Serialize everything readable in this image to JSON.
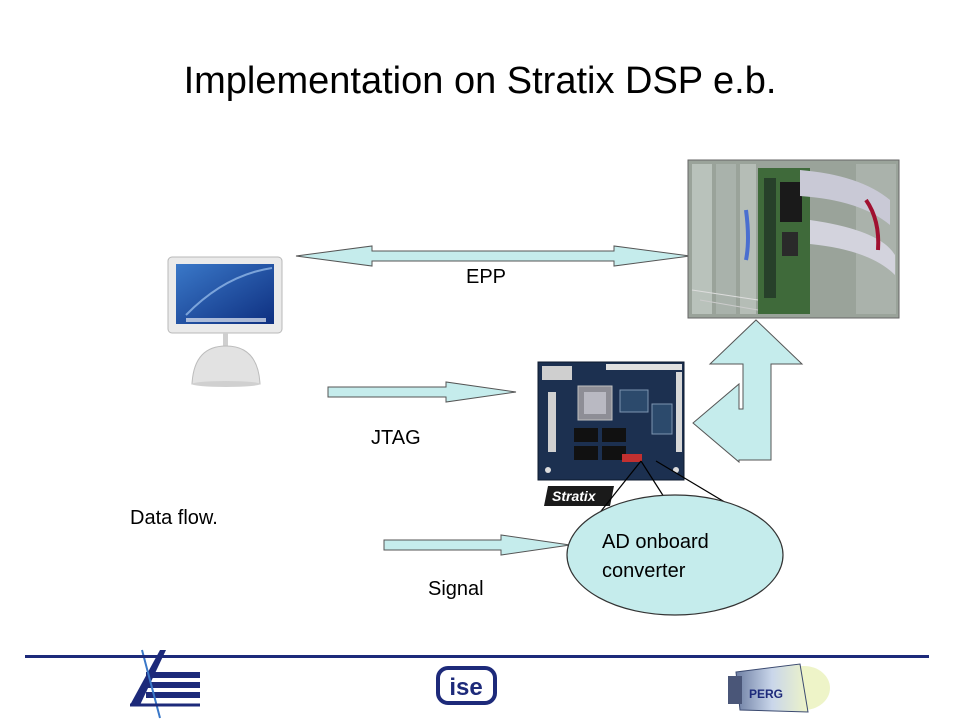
{
  "slide": {
    "title": "Implementation on Stratix DSP e.b.",
    "labels": {
      "epp": "EPP",
      "jtag": "JTAG",
      "data_flow": "Data flow.",
      "signal": "Signal",
      "ad_line1": "AD onboard",
      "ad_line2": "converter"
    },
    "board_logo": "Stratix",
    "footer_logos": {
      "middle": "ise",
      "right": "PERG"
    }
  },
  "colors": {
    "arrow_fill": "#c5ecec",
    "ellipse_fill": "#c5ecec",
    "footer_line": "#1d2a7a",
    "board_pcb": "#1c3050",
    "logo_blue": "#1d2a7a"
  }
}
